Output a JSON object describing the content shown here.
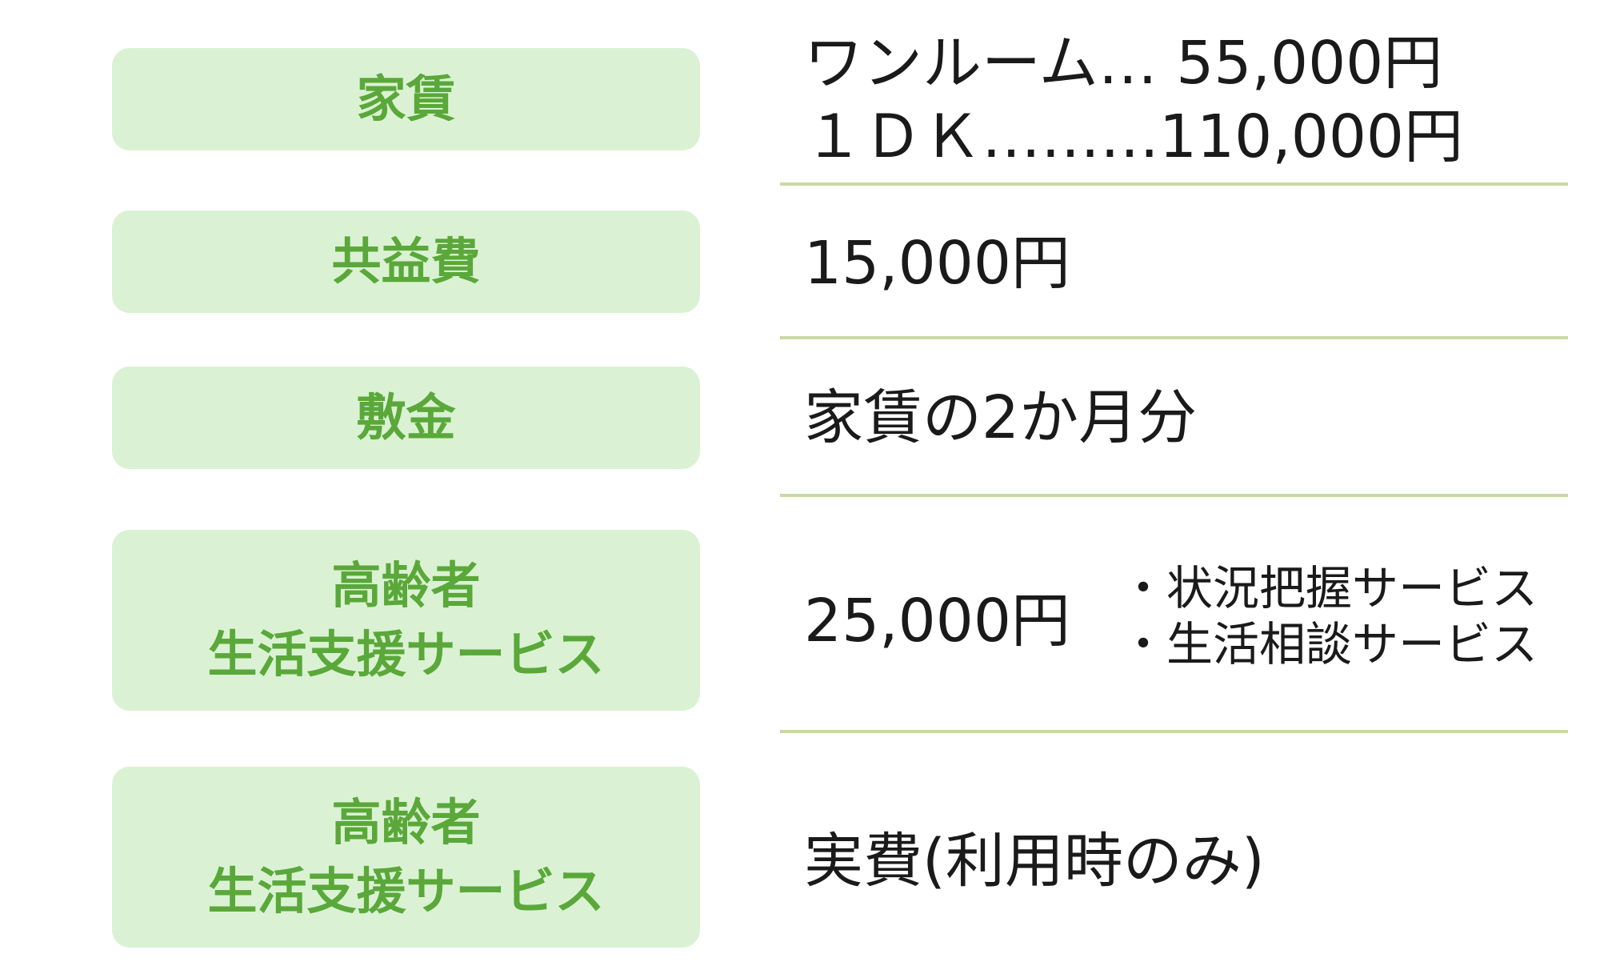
{
  "rows": [
    {
      "label_lines": [
        "家賃"
      ],
      "value_lines": [
        "ワンルーム…  55,000円",
        "１ＤＫ………110,000円"
      ]
    },
    {
      "label_lines": [
        "共益費"
      ],
      "value_lines": [
        "15,000円"
      ]
    },
    {
      "label_lines": [
        "敷金"
      ],
      "value_lines": [
        "家賃の2か月分"
      ]
    },
    {
      "label_lines": [
        "高齢者",
        "生活支援サービス"
      ],
      "value_lines": [
        "25,000円"
      ],
      "notes": [
        "・状況把握サービス",
        "・生活相談サービス"
      ]
    },
    {
      "label_lines": [
        "高齢者",
        "生活支援サービス"
      ],
      "value_lines": [
        "実費(利用時のみ)"
      ]
    }
  ],
  "colors": {
    "label_bg": "#daf2d3",
    "label_text": "#5aa83a",
    "separator": "#c9d9a5",
    "value_text": "#1a1a1a"
  }
}
